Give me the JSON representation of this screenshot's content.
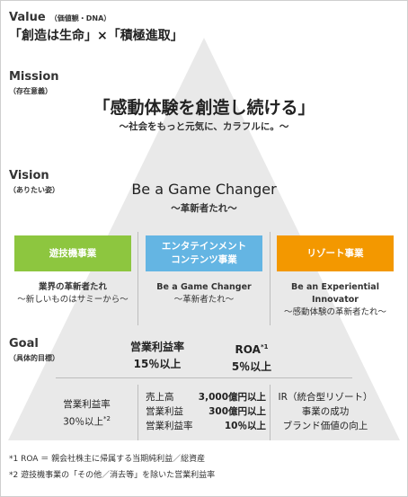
{
  "value": {
    "heading": "Value",
    "heading_note": "（価値観・DNA）",
    "text": "「創造は生命」×「積極進取」"
  },
  "mission": {
    "heading": "Mission",
    "heading_note": "（存在意義）",
    "title": "「感動体験を創造し続ける」",
    "subtitle": "〜社会をもっと元気に、カラフルに。〜"
  },
  "vision": {
    "heading": "Vision",
    "heading_note": "（ありたい姿）",
    "title": "Be a Game Changer",
    "subtitle": "〜革新者たれ〜"
  },
  "segments": [
    {
      "label_line1": "遊技機事業",
      "label_line2": "",
      "color": "#8dc63f",
      "desc_line1": "業界の革新者たれ",
      "desc_line2": "〜新しいものはサミーから〜",
      "desc_line3": ""
    },
    {
      "label_line1": "エンタテインメント",
      "label_line2": "コンテンツ事業",
      "color": "#64b5e3",
      "desc_line1": "Be a Game Changer",
      "desc_line2": "〜革新者たれ〜",
      "desc_line3": ""
    },
    {
      "label_line1": "リゾート事業",
      "label_line2": "",
      "color": "#f39800",
      "desc_line1": "Be an Experiential",
      "desc_line2": "Innovator",
      "desc_line3": "〜感動体験の革新者たれ〜"
    }
  ],
  "goal": {
    "heading": "Goal",
    "heading_note": "（具体的目標）",
    "metric1_label": "営業利益率",
    "metric1_value": "15％以上",
    "metric2_label": "ROA",
    "metric2_note": "*1",
    "metric2_value": "5％以上",
    "seg1_line1": "営業利益率",
    "seg1_line2": "30％以上",
    "seg1_note": "*2",
    "seg2_rows": [
      {
        "label": "売上高",
        "value": "3,000億円以上"
      },
      {
        "label": "営業利益",
        "value": "300億円以上"
      },
      {
        "label": "営業利益率",
        "value": "10％以上"
      }
    ],
    "seg3_line1": "IR（統合型リゾート）",
    "seg3_line2": "事業の成功",
    "seg3_line3": "ブランド価値の向上"
  },
  "footnotes": [
    "*1 ROA ＝ 親会社株主に帰属する当期純利益／総資産",
    "*2 遊技機事業の「その他／消去等」を除いた営業利益率"
  ],
  "colors": {
    "pyramid": "#e9e9e9",
    "divider": "#bdbdbd"
  }
}
